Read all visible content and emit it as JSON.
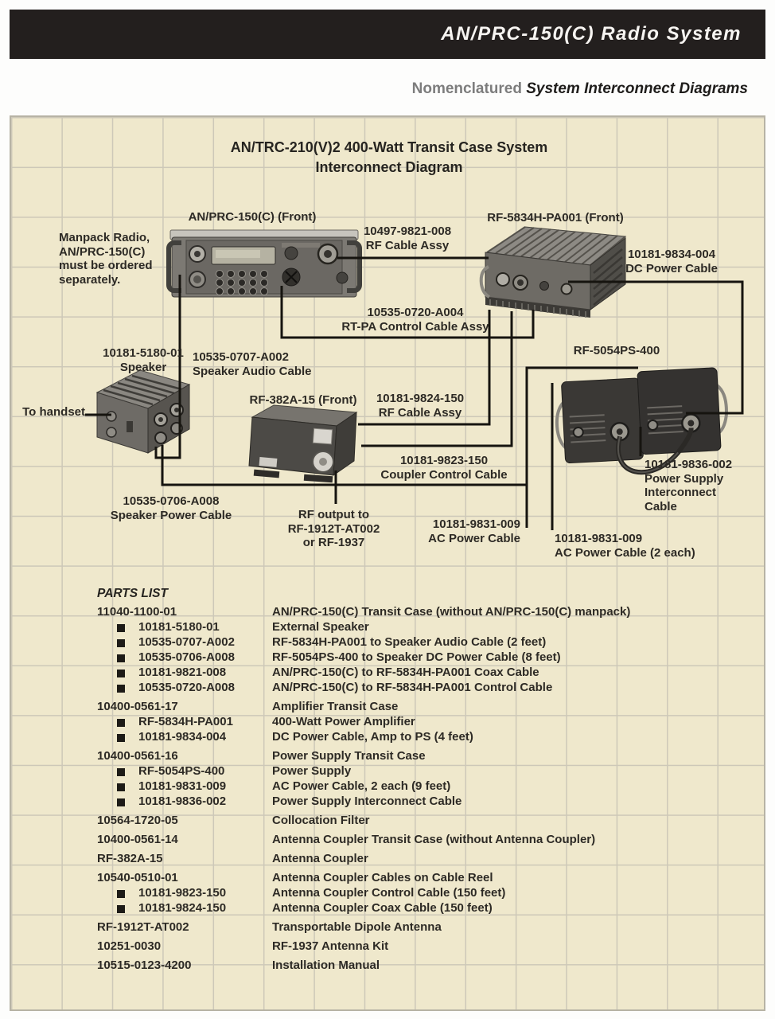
{
  "page": {
    "header_title": "AN/PRC-150(C) Radio System",
    "subtitle_accent": "Nomenclatured",
    "subtitle_rest": "System Interconnect Diagrams",
    "colors": {
      "header_bg": "#231f1e",
      "panel_bg": "#efe8cc",
      "accent_gray": "#7d7d7d"
    }
  },
  "diagram": {
    "title_line1": "AN/TRC-210(V)2  400-Watt Transit Case System",
    "title_line2": "Interconnect Diagram",
    "note": "Manpack Radio, AN/PRC-150(C) must be ordered separately.",
    "equipment": {
      "radio": "AN/PRC-150(C) (Front)",
      "amplifier": "RF-5834H-PA001 (Front)",
      "speaker_num": "10181-5180-01",
      "speaker_name": "Speaker",
      "coupler": "RF-382A-15 (Front)",
      "power_supply": "RF-5054PS-400"
    },
    "cables": {
      "rf_coax": {
        "num": "10497-9821-008",
        "name": "RF Cable Assy"
      },
      "dc_power": {
        "num": "10181-9834-004",
        "name": "DC Power Cable"
      },
      "rtpa": {
        "num": "10535-0720-A004",
        "name": "RT-PA Control Cable Assy"
      },
      "speaker_audio": {
        "num": "10535-0707-A002",
        "name": "Speaker Audio Cable"
      },
      "coupler_rf": {
        "num": "10181-9824-150",
        "name": "RF Cable Assy"
      },
      "coupler_control": {
        "num": "10181-9823-150",
        "name": "Coupler Control Cable"
      },
      "ps_interconnect": {
        "num": "10181-9836-002",
        "name": "Power Supply Interconnect Cable"
      },
      "speaker_power": {
        "num": "10535-0706-A008",
        "name": "Speaker Power Cable"
      },
      "ac_power": {
        "num": "10181-9831-009",
        "name": "AC Power Cable"
      },
      "ac_power_2": {
        "num": "10181-9831-009",
        "name": "AC Power Cable (2 each)"
      }
    },
    "annotations": {
      "to_handset": "To handset",
      "rf_output_lines": [
        "RF output to",
        "RF-1912T-AT002",
        "or RF-1937"
      ]
    }
  },
  "parts_list": {
    "title": "PARTS LIST",
    "groups": [
      {
        "num": "11040-1100-01",
        "desc": "AN/PRC-150(C) Transit Case (without AN/PRC-150(C) manpack)",
        "items": [
          {
            "num": "10181-5180-01",
            "desc": "External Speaker"
          },
          {
            "num": "10535-0707-A002",
            "desc": "RF-5834H-PA001 to Speaker Audio Cable (2 feet)"
          },
          {
            "num": "10535-0706-A008",
            "desc": "RF-5054PS-400 to Speaker DC Power Cable (8 feet)"
          },
          {
            "num": "10181-9821-008",
            "desc": "AN/PRC-150(C) to RF-5834H-PA001 Coax Cable"
          },
          {
            "num": "10535-0720-A008",
            "desc": "AN/PRC-150(C) to RF-5834H-PA001 Control Cable"
          }
        ]
      },
      {
        "num": "10400-0561-17",
        "desc": "Amplifier Transit Case",
        "items": [
          {
            "num": "RF-5834H-PA001",
            "desc": "400-Watt Power Amplifier"
          },
          {
            "num": "10181-9834-004",
            "desc": "DC Power Cable, Amp to PS (4 feet)"
          }
        ]
      },
      {
        "num": "10400-0561-16",
        "desc": "Power Supply Transit Case",
        "items": [
          {
            "num": "RF-5054PS-400",
            "desc": "Power Supply"
          },
          {
            "num": "10181-9831-009",
            "desc": "AC Power Cable, 2 each  (9 feet)"
          },
          {
            "num": "10181-9836-002",
            "desc": "Power Supply Interconnect Cable"
          }
        ]
      },
      {
        "num": "10564-1720-05",
        "desc": "Collocation Filter",
        "items": []
      },
      {
        "num": "10400-0561-14",
        "desc": "Antenna Coupler Transit Case (without Antenna Coupler)",
        "items": []
      },
      {
        "num": "RF-382A-15",
        "desc": "Antenna Coupler",
        "items": []
      },
      {
        "num": "10540-0510-01",
        "desc": "Antenna Coupler Cables on Cable Reel",
        "items": [
          {
            "num": "10181-9823-150",
            "desc": "Antenna Coupler Control Cable (150 feet)"
          },
          {
            "num": "10181-9824-150",
            "desc": "Antenna Coupler Coax Cable (150 feet)"
          }
        ]
      },
      {
        "num": "RF-1912T-AT002",
        "desc": "Transportable Dipole Antenna",
        "items": []
      },
      {
        "num": "10251-0030",
        "desc": "RF-1937 Antenna Kit",
        "items": []
      },
      {
        "num": "10515-0123-4200",
        "desc": "Installation Manual",
        "items": []
      }
    ]
  }
}
